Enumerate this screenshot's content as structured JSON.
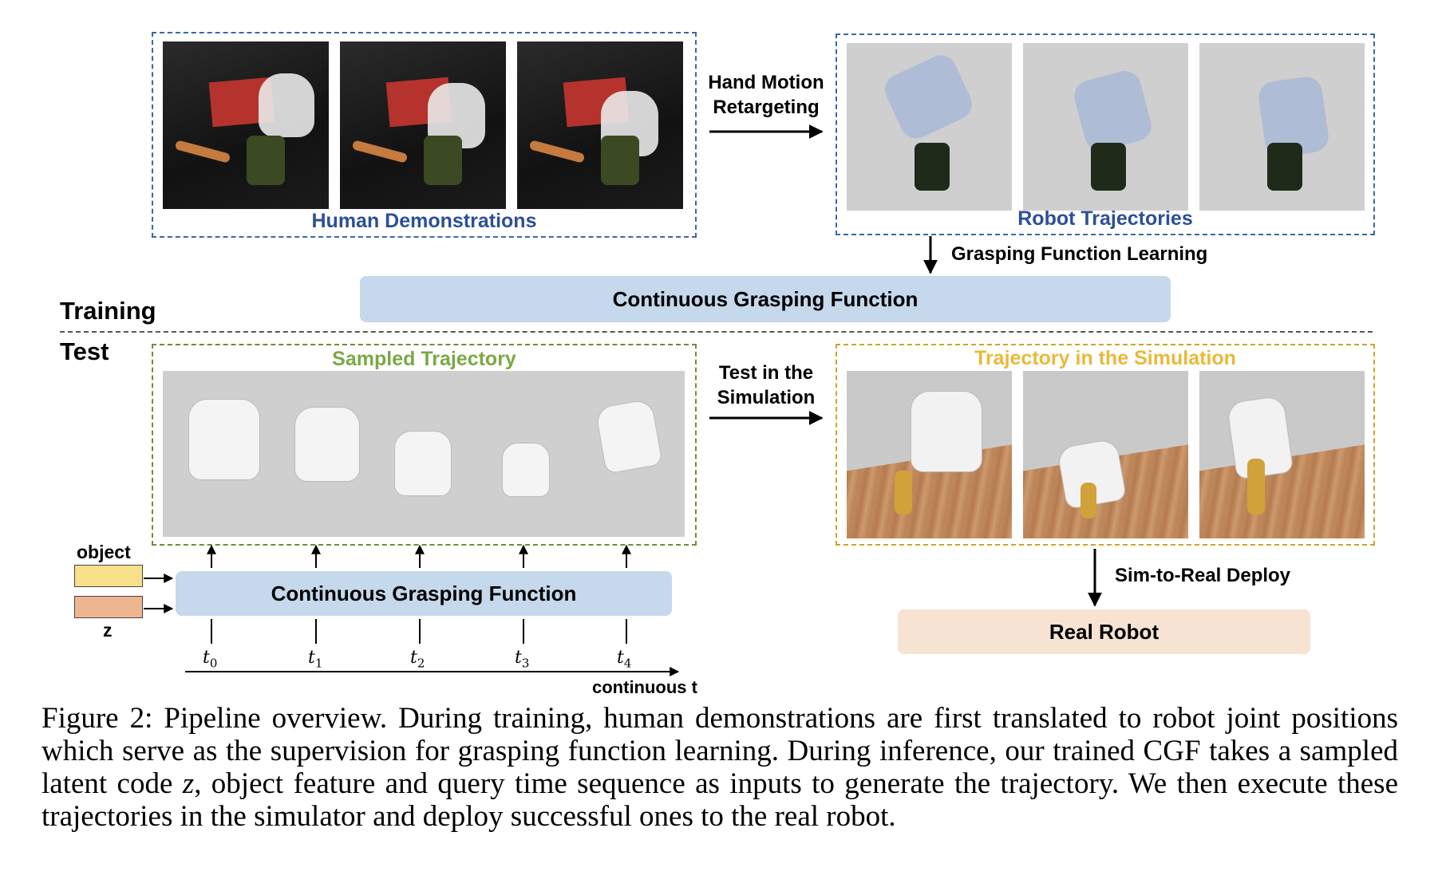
{
  "labels": {
    "human_demos": "Human Demonstrations",
    "robot_traj": "Robot Trajectories",
    "retarget_line1": "Hand Motion",
    "retarget_line2": "Retargeting",
    "grasp_learning": "Grasping Function Learning",
    "cgf_top": "Continuous Grasping Function",
    "training": "Training",
    "test": "Test",
    "sampled_traj": "Sampled Trajectory",
    "test_sim_line1": "Test in the",
    "test_sim_line2": "Simulation",
    "traj_sim": "Trajectory in the Simulation",
    "object": "object",
    "z": "z",
    "cgf_bottom": "Continuous Grasping Function",
    "continuous_t": "continuous t",
    "sim_to_real": "Sim-to-Real Deploy",
    "real_robot": "Real Robot"
  },
  "time_steps": [
    {
      "base": "t",
      "sub": "0"
    },
    {
      "base": "t",
      "sub": "1"
    },
    {
      "base": "t",
      "sub": "2"
    },
    {
      "base": "t",
      "sub": "3"
    },
    {
      "base": "t",
      "sub": "4"
    }
  ],
  "caption": {
    "part1": "Figure 2: Pipeline overview. During training, human demonstrations are first translated to robot joint positions which serve as the supervision for grasping function learning. During inference, our trained CGF takes a sampled latent code ",
    "var": "z",
    "part2": ", object feature and query time sequence as inputs to generate the trajectory. We then execute these trajectories in the simulator and deploy successful ones to the real robot."
  },
  "colors": {
    "blue_panel": "#3a67a8",
    "green_panel": "#6b8f3a",
    "gold_panel": "#d1a12f",
    "cgf_bar": "#c5d8ec",
    "real_robot_bar": "#f6e3d3",
    "object_box": "#f8e08a",
    "z_box": "#eeb690"
  },
  "images": [
    {
      "name": "human-demo-photo-1",
      "kind": "photo"
    },
    {
      "name": "human-demo-photo-2",
      "kind": "photo"
    },
    {
      "name": "human-demo-photo-3",
      "kind": "photo"
    },
    {
      "name": "robot-traj-render-1",
      "kind": "render"
    },
    {
      "name": "robot-traj-render-2",
      "kind": "render"
    },
    {
      "name": "robot-traj-render-3",
      "kind": "render"
    },
    {
      "name": "sampled-trajectory-render",
      "kind": "render"
    },
    {
      "name": "sim-render-1",
      "kind": "render"
    },
    {
      "name": "sim-render-2",
      "kind": "render"
    },
    {
      "name": "sim-render-3",
      "kind": "render"
    }
  ]
}
